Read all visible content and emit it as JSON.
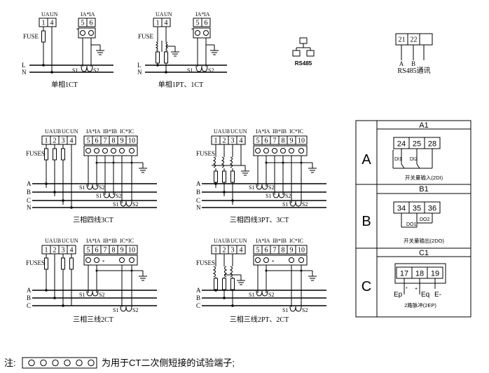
{
  "labels": {
    "ua": "UA",
    "ub": "UB",
    "uc": "UC",
    "un": "UN",
    "ia_s": "IA*",
    "ia": "IA",
    "ib_s": "IB*",
    "ib": "IB",
    "ic_s": "IC*",
    "ic": "IC",
    "fuse": "FUSE",
    "fuses": "FUSES",
    "L": "L",
    "N": "N",
    "A": "A",
    "B": "B",
    "C": "C",
    "s1": "S1",
    "s2": "S2"
  },
  "terminals": {
    "t1": "1",
    "t2": "2",
    "t3": "3",
    "t4": "4",
    "t5": "5",
    "t6": "6",
    "t7": "7",
    "t8": "8",
    "t9": "9",
    "t10": "10"
  },
  "captions": {
    "single_ct": "单相1CT",
    "single_pt_ct": "单相1PT、1CT",
    "three_4w_3ct": "三相四线3CT",
    "three_4w_3pt_3ct": "三相四线3PT、3CT",
    "three_3w_2ct": "三相三线2CT",
    "three_3w_2pt_2ct": "三相三线2PT、2CT"
  },
  "rs485": {
    "label": "RS485",
    "t21": "21",
    "t22": "22",
    "a": "A",
    "b": "B",
    "caption": "RS485通讯"
  },
  "modules": {
    "a1": {
      "header": "A1",
      "letter": "A",
      "terms": [
        "24",
        "25",
        "28"
      ],
      "di1": "DI1",
      "di2": "DI2",
      "caption": "开关量输入(2DI)"
    },
    "b1": {
      "header": "B1",
      "letter": "B",
      "terms": [
        "34",
        "35",
        "36"
      ],
      "do1": "DO1",
      "do2": "DO2",
      "caption": "开关量输出(2DO)"
    },
    "c1": {
      "header": "C1",
      "letter": "C",
      "terms": [
        "17",
        "18",
        "19"
      ],
      "ep": "Ep",
      "eq": "Eq",
      "eminus": "E-",
      "caption": "2路脉冲(2EP)"
    }
  },
  "note": {
    "prefix": "注:",
    "text": "为用于CT二次侧短接的试验端子;"
  }
}
